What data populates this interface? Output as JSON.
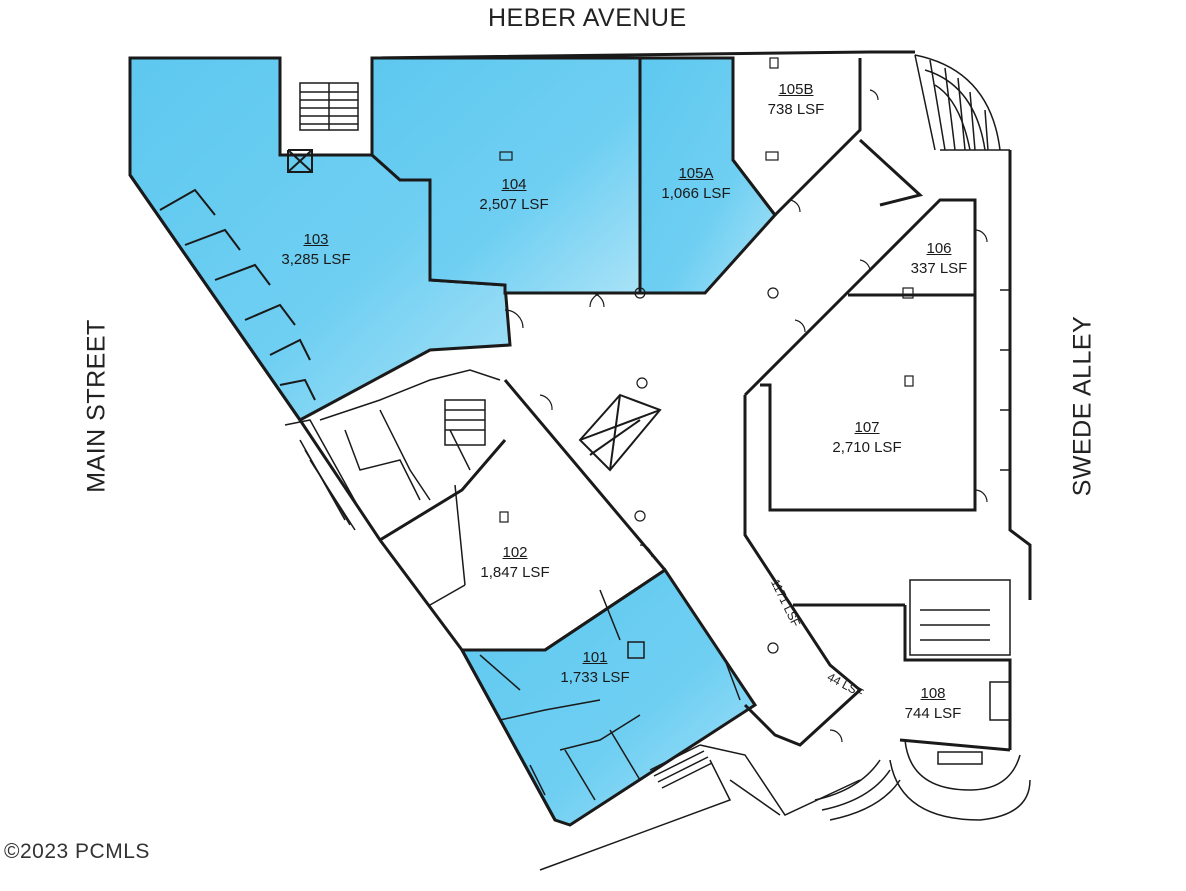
{
  "streets": {
    "top": "HEBER AVENUE",
    "left": "MAIN STREET",
    "right": "SWEDE ALLEY"
  },
  "units": {
    "u101": {
      "number": "101",
      "area": "1,733 LSF",
      "highlighted": true
    },
    "u102": {
      "number": "102",
      "area": "1,847 LSF",
      "highlighted": false
    },
    "u103": {
      "number": "103",
      "area": "3,285 LSF",
      "highlighted": true
    },
    "u104": {
      "number": "104",
      "area": "2,507 LSF",
      "highlighted": true
    },
    "u105a": {
      "number": "105A",
      "area": "1,066 LSF",
      "highlighted": true
    },
    "u105b": {
      "number": "105B",
      "area": "738 LSF",
      "highlighted": false
    },
    "u106": {
      "number": "106",
      "area": "337 LSF",
      "highlighted": false
    },
    "u107": {
      "number": "107",
      "area": "2,710 LSF",
      "highlighted": false
    },
    "u108": {
      "number": "108",
      "area": "744 LSF",
      "highlighted": false
    }
  },
  "corridors": {
    "main": "1171 LSF",
    "small": "44 LSF"
  },
  "copyright": "©2023 PCMLS",
  "colors": {
    "highlight_light": "#a9e2f7",
    "highlight_dark": "#5ec8ef",
    "wall": "#1a1a1a"
  }
}
